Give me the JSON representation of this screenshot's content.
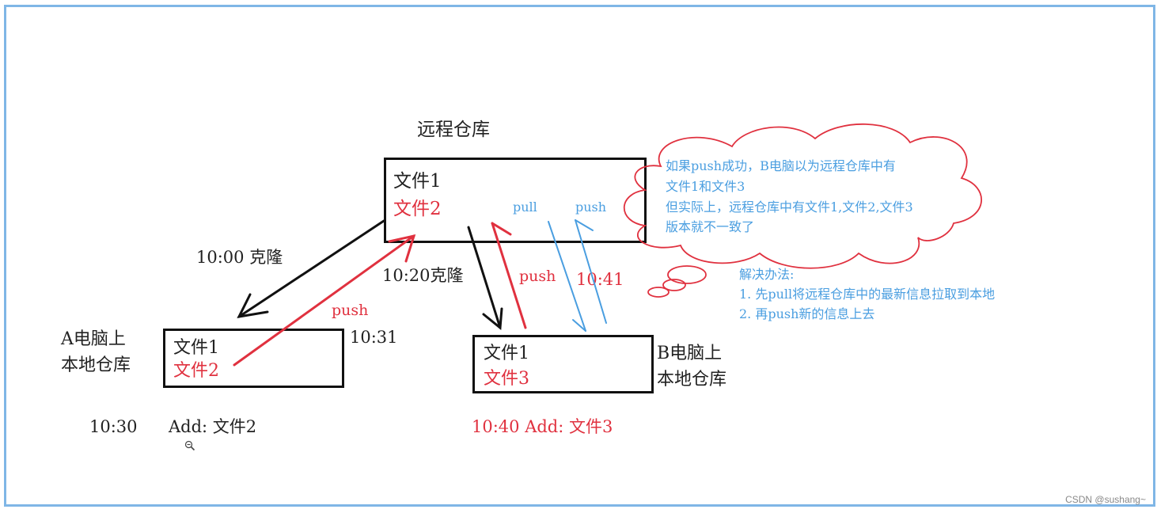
{
  "remote_repo": {
    "title": "远程仓库",
    "files": [
      "文件1",
      "文件2"
    ]
  },
  "computer_a": {
    "label_line1": "A电脑上",
    "label_line2": "本地仓库",
    "files": [
      "文件1",
      "文件2"
    ],
    "clone_label": "10:00 克隆",
    "add_time": "10:30",
    "add_label": "Add: 文件2",
    "push_label": "push",
    "push_time": "10:31"
  },
  "computer_b": {
    "label_line1": "B电脑上",
    "label_line2": "本地仓库",
    "files": [
      "文件1",
      "文件3"
    ],
    "clone_label": "10:20克隆",
    "add_label": "10:40 Add: 文件3",
    "push_label": "push",
    "push_time": "10:41",
    "pull_label": "pull",
    "push_blue_label": "push"
  },
  "cloud": {
    "lines": [
      "如果push成功，B电脑以为远程仓库中有",
      "文件1和文件3",
      "但实际上，远程仓库中有文件1,文件2,文件3",
      "版本就不一致了"
    ]
  },
  "solution": {
    "title": "解决办法:",
    "steps": [
      "1.  先pull将远程仓库中的最新信息拉取到本地",
      "2.  再push新的信息上去"
    ]
  },
  "colors": {
    "black": "#111111",
    "red": "#e0313f",
    "blue": "#4a9ee0",
    "frame": "#7fb6e6"
  },
  "watermark": "CSDN @sushang~"
}
